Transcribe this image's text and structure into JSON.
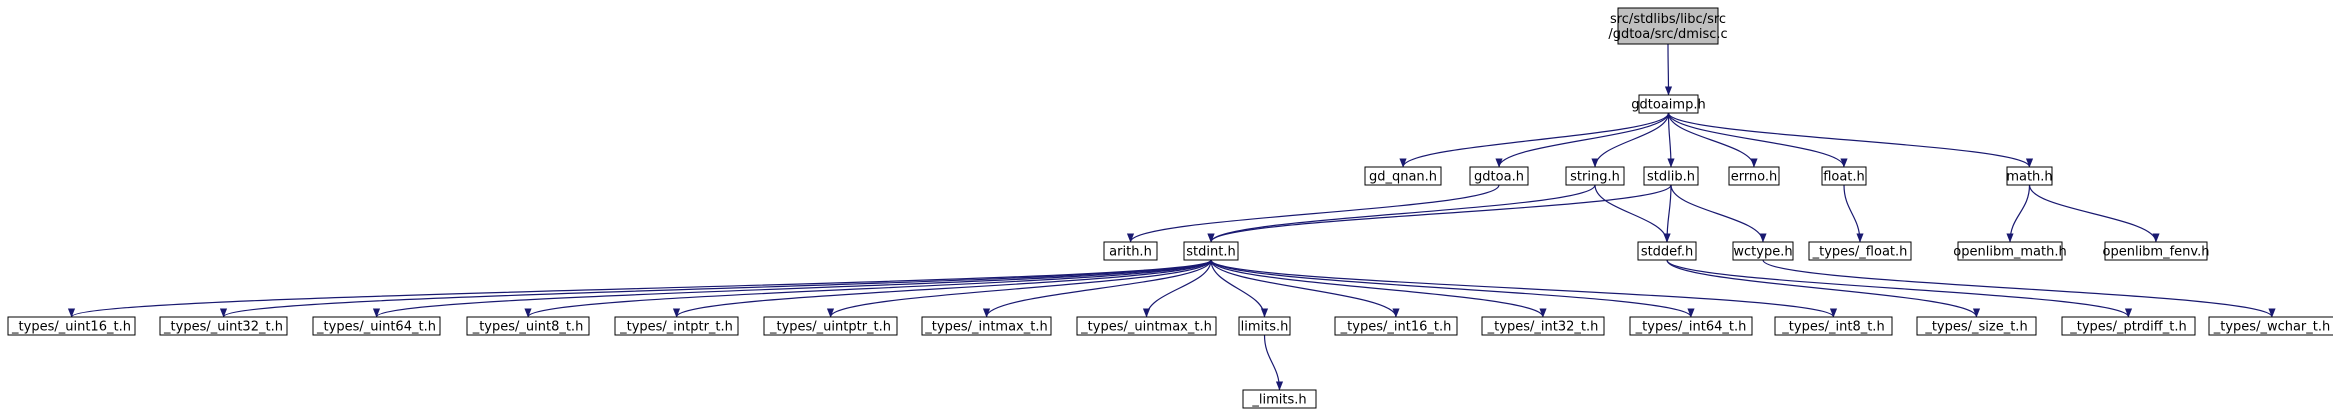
{
  "colors": {
    "edge": "#191970",
    "node_fill": "#ffffff",
    "root_fill": "#bfbfbf",
    "node_border": "#000000"
  },
  "nodes": [
    {
      "id": "root",
      "lines": [
        "src/stdlibs/libc/src",
        "/gdtoa/src/dmisc.c"
      ],
      "root": true
    },
    {
      "id": "gdtoaimp",
      "lines": [
        "gdtoaimp.h"
      ]
    },
    {
      "id": "gd_qnan",
      "lines": [
        "gd_qnan.h"
      ]
    },
    {
      "id": "gdtoa",
      "lines": [
        "gdtoa.h"
      ]
    },
    {
      "id": "string",
      "lines": [
        "string.h"
      ]
    },
    {
      "id": "stdlib",
      "lines": [
        "stdlib.h"
      ]
    },
    {
      "id": "errno",
      "lines": [
        "errno.h"
      ]
    },
    {
      "id": "float",
      "lines": [
        "float.h"
      ]
    },
    {
      "id": "math",
      "lines": [
        "math.h"
      ]
    },
    {
      "id": "arith",
      "lines": [
        "arith.h"
      ]
    },
    {
      "id": "stdint",
      "lines": [
        "stdint.h"
      ]
    },
    {
      "id": "stddef",
      "lines": [
        "stddef.h"
      ]
    },
    {
      "id": "wctype",
      "lines": [
        "wctype.h"
      ]
    },
    {
      "id": "types_float",
      "lines": [
        "_types/_float.h"
      ]
    },
    {
      "id": "openlibm_math",
      "lines": [
        "openlibm_math.h"
      ]
    },
    {
      "id": "openlibm_fenv",
      "lines": [
        "openlibm_fenv.h"
      ]
    },
    {
      "id": "uint16",
      "lines": [
        "_types/_uint16_t.h"
      ]
    },
    {
      "id": "uint32",
      "lines": [
        "_types/_uint32_t.h"
      ]
    },
    {
      "id": "uint64",
      "lines": [
        "_types/_uint64_t.h"
      ]
    },
    {
      "id": "uint8",
      "lines": [
        "_types/_uint8_t.h"
      ]
    },
    {
      "id": "intptr",
      "lines": [
        "_types/_intptr_t.h"
      ]
    },
    {
      "id": "uintptr",
      "lines": [
        "_types/_uintptr_t.h"
      ]
    },
    {
      "id": "intmax",
      "lines": [
        "_types/_intmax_t.h"
      ]
    },
    {
      "id": "uintmax",
      "lines": [
        "_types/_uintmax_t.h"
      ]
    },
    {
      "id": "limits",
      "lines": [
        "limits.h"
      ]
    },
    {
      "id": "int16",
      "lines": [
        "_types/_int16_t.h"
      ]
    },
    {
      "id": "int32",
      "lines": [
        "_types/_int32_t.h"
      ]
    },
    {
      "id": "int64",
      "lines": [
        "_types/_int64_t.h"
      ]
    },
    {
      "id": "int8",
      "lines": [
        "_types/_int8_t.h"
      ]
    },
    {
      "id": "size_t",
      "lines": [
        "_types/_size_t.h"
      ]
    },
    {
      "id": "ptrdiff",
      "lines": [
        "_types/_ptrdiff_t.h"
      ]
    },
    {
      "id": "wchar",
      "lines": [
        "_types/_wchar_t.h"
      ]
    },
    {
      "id": "_limits",
      "lines": [
        "_limits.h"
      ]
    }
  ],
  "edges": [
    [
      "root",
      "gdtoaimp"
    ],
    [
      "gdtoaimp",
      "gd_qnan"
    ],
    [
      "gdtoaimp",
      "gdtoa"
    ],
    [
      "gdtoaimp",
      "string"
    ],
    [
      "gdtoaimp",
      "stdlib"
    ],
    [
      "gdtoaimp",
      "errno"
    ],
    [
      "gdtoaimp",
      "float"
    ],
    [
      "gdtoaimp",
      "math"
    ],
    [
      "gdtoa",
      "arith"
    ],
    [
      "string",
      "stdint"
    ],
    [
      "string",
      "stddef"
    ],
    [
      "stdlib",
      "stdint"
    ],
    [
      "stdlib",
      "stddef"
    ],
    [
      "stdlib",
      "wctype"
    ],
    [
      "float",
      "types_float"
    ],
    [
      "math",
      "openlibm_math"
    ],
    [
      "math",
      "openlibm_fenv"
    ],
    [
      "stdint",
      "uint16"
    ],
    [
      "stdint",
      "uint32"
    ],
    [
      "stdint",
      "uint64"
    ],
    [
      "stdint",
      "uint8"
    ],
    [
      "stdint",
      "intptr"
    ],
    [
      "stdint",
      "uintptr"
    ],
    [
      "stdint",
      "intmax"
    ],
    [
      "stdint",
      "uintmax"
    ],
    [
      "stdint",
      "limits"
    ],
    [
      "stdint",
      "int16"
    ],
    [
      "stdint",
      "int32"
    ],
    [
      "stdint",
      "int64"
    ],
    [
      "stdint",
      "int8"
    ],
    [
      "stddef",
      "size_t"
    ],
    [
      "stddef",
      "ptrdiff"
    ],
    [
      "wctype",
      "wchar"
    ],
    [
      "limits",
      "_limits"
    ]
  ]
}
